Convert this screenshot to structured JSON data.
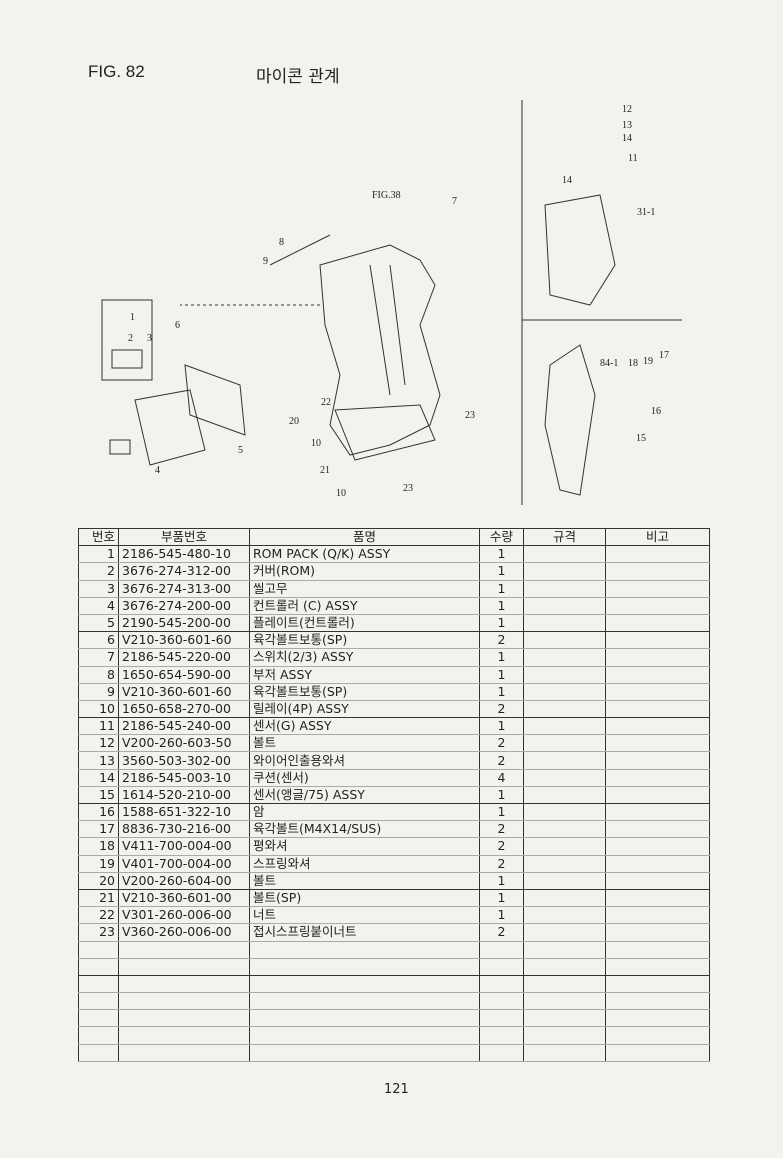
{
  "header": {
    "figure": "FIG. 82",
    "title": "마이콘 관계"
  },
  "diagram": {
    "callouts": [
      "12",
      "13",
      "14",
      "11",
      "14",
      "31-1",
      "FIG.38",
      "7",
      "8",
      "9",
      "6",
      "1",
      "2",
      "3",
      "5",
      "4",
      "22",
      "20",
      "10",
      "23",
      "21",
      "10",
      "23",
      "84-1",
      "18",
      "19",
      "17",
      "16",
      "15"
    ]
  },
  "table": {
    "columns": [
      "번호",
      "부품번호",
      "품명",
      "수량",
      "규격",
      "비고"
    ],
    "rows": [
      [
        "1",
        "2186-545-480-10",
        "ROM PACK (Q/K) ASSY",
        "1"
      ],
      [
        "2",
        "3676-274-312-00",
        "커버(ROM)",
        "1"
      ],
      [
        "3",
        "3676-274-313-00",
        "씰고무",
        "1"
      ],
      [
        "4",
        "3676-274-200-00",
        "컨트롤러 (C) ASSY",
        "1"
      ],
      [
        "5",
        "2190-545-200-00",
        "플레이트(컨트롤러)",
        "1"
      ],
      [
        "6",
        "V210-360-601-60",
        "육각볼트보통(SP)",
        "2"
      ],
      [
        "7",
        "2186-545-220-00",
        "스위치(2/3) ASSY",
        "1"
      ],
      [
        "8",
        "1650-654-590-00",
        "부저 ASSY",
        "1"
      ],
      [
        "9",
        "V210-360-601-60",
        "육각볼트보통(SP)",
        "1"
      ],
      [
        "10",
        "1650-658-270-00",
        "릴레이(4P) ASSY",
        "2"
      ],
      [
        "11",
        "2186-545-240-00",
        "센서(G) ASSY",
        "1"
      ],
      [
        "12",
        "V200-260-603-50",
        "볼트",
        "2"
      ],
      [
        "13",
        "3560-503-302-00",
        "와이어인출용와셔",
        "2"
      ],
      [
        "14",
        "2186-545-003-10",
        "쿠션(센서)",
        "4"
      ],
      [
        "15",
        "1614-520-210-00",
        "센서(앵글/75) ASSY",
        "1"
      ],
      [
        "16",
        "1588-651-322-10",
        "암",
        "1"
      ],
      [
        "17",
        "8836-730-216-00",
        "육각볼트(M4X14/SUS)",
        "2"
      ],
      [
        "18",
        "V411-700-004-00",
        "평와셔",
        "2"
      ],
      [
        "19",
        "V401-700-004-00",
        "스프링와셔",
        "2"
      ],
      [
        "20",
        "V200-260-604-00",
        "볼트",
        "1"
      ],
      [
        "21",
        "V210-360-601-00",
        "볼트(SP)",
        "1"
      ],
      [
        "22",
        "V301-260-006-00",
        "너트",
        "1"
      ],
      [
        "23",
        "V360-260-006-00",
        "접시스프링붙이너트",
        "2"
      ]
    ],
    "blank_rows": 7
  },
  "footer": {
    "page_number": "121"
  }
}
